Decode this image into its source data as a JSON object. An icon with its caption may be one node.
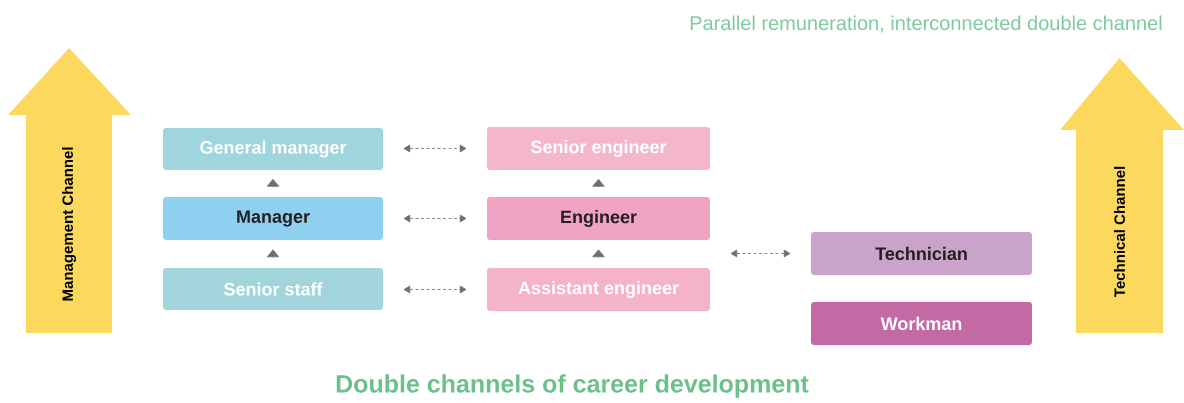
{
  "diagram": {
    "title": "Parallel remuneration, interconnected double channel",
    "caption": "Double channels of career development",
    "nodes": [
      {
        "text": [
          "Management Channel"
        ]
      },
      {
        "text": [
          "General manager"
        ]
      },
      {
        "text": [
          "Senior engineer"
        ]
      },
      {
        "text": [
          "Manager"
        ]
      },
      {
        "text": [
          "Engineer"
        ]
      },
      {
        "text": [
          "Senior staff"
        ]
      },
      {
        "text": [
          "Assistant engineer"
        ]
      },
      {
        "text": [
          "Technician"
        ]
      },
      {
        "text": [
          "Workman"
        ]
      },
      {
        "text": [
          "Technical Channel"
        ]
      }
    ],
    "edges": [
      {
        "from": 1,
        "to": 2,
        "arrow": "both",
        "style": "dashed"
      },
      {
        "from": 3,
        "to": 1,
        "arrow": "to"
      },
      {
        "from": 4,
        "to": 2,
        "arrow": "to"
      },
      {
        "from": 3,
        "to": 4,
        "arrow": "both",
        "style": "dashed"
      },
      {
        "from": 5,
        "to": 3,
        "arrow": "to"
      },
      {
        "from": 6,
        "to": 4,
        "arrow": "to"
      },
      {
        "from": 4,
        "to": 7,
        "arrow": "both",
        "style": "dashed"
      },
      {
        "from": 5,
        "to": 6,
        "arrow": "both",
        "style": "dashed"
      }
    ]
  }
}
